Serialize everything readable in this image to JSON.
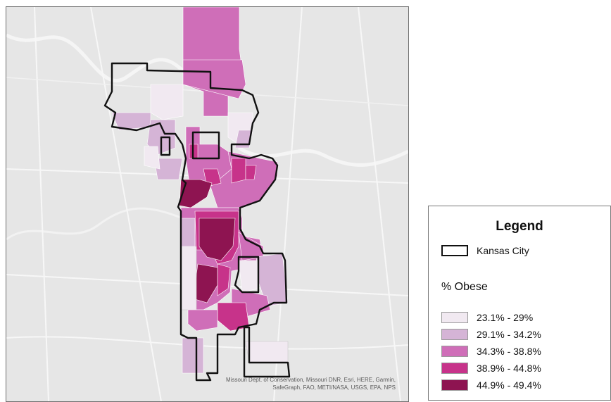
{
  "map": {
    "attribution_line1": "Missouri Dept. of Conservation, Missouri DNR, Esri, HERE, Garmin,",
    "attribution_line2": "SafeGraph, FAO, METI/NASA, USGS, EPA, NPS",
    "boundary_color": "#111111",
    "basemap_color": "#e6e6e6"
  },
  "legend": {
    "title": "Legend",
    "boundary_label": "Kansas City",
    "subtitle": "% Obese",
    "classes": [
      {
        "label": "23.1% - 29%",
        "color": "#f1e9f1"
      },
      {
        "label": "29.1% - 34.2%",
        "color": "#d5b4d6"
      },
      {
        "label": "34.3% - 38.8%",
        "color": "#cf6eb8"
      },
      {
        "label": "38.9% - 44.8%",
        "color": "#c7338a"
      },
      {
        "label": "44.9% - 49.4%",
        "color": "#8e1451"
      }
    ]
  }
}
